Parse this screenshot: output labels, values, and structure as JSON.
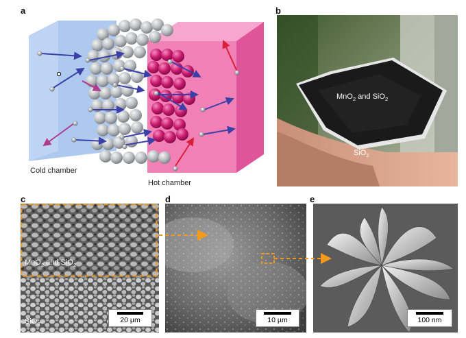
{
  "panel_labels": {
    "a": "a",
    "b": "b",
    "c": "c",
    "d": "d",
    "e": "e"
  },
  "panel_a": {
    "cold_label": "Cold chamber",
    "hot_label": "Hot chamber"
  },
  "panel_b": {
    "label_top_main": "MnO",
    "label_top_sub": "2",
    "label_top_rest": " and SiO",
    "label_top_sub2": "2",
    "label_bottom_main": "SiO",
    "label_bottom_sub": "2"
  },
  "panel_c": {
    "label_top_main": "MnO",
    "label_top_sub": "2",
    "label_top_rest": " and SiO",
    "label_top_sub2": "2",
    "label_bottom_main": "SiO",
    "label_bottom_sub": "2",
    "scale": "20 µm"
  },
  "panel_d": {
    "scale": "10 µm"
  },
  "panel_e": {
    "scale": "100 nm"
  },
  "colors": {
    "cold": "#8fb4e8",
    "hot": "#f06aa8",
    "arrow_orange": "#f39a1e"
  }
}
